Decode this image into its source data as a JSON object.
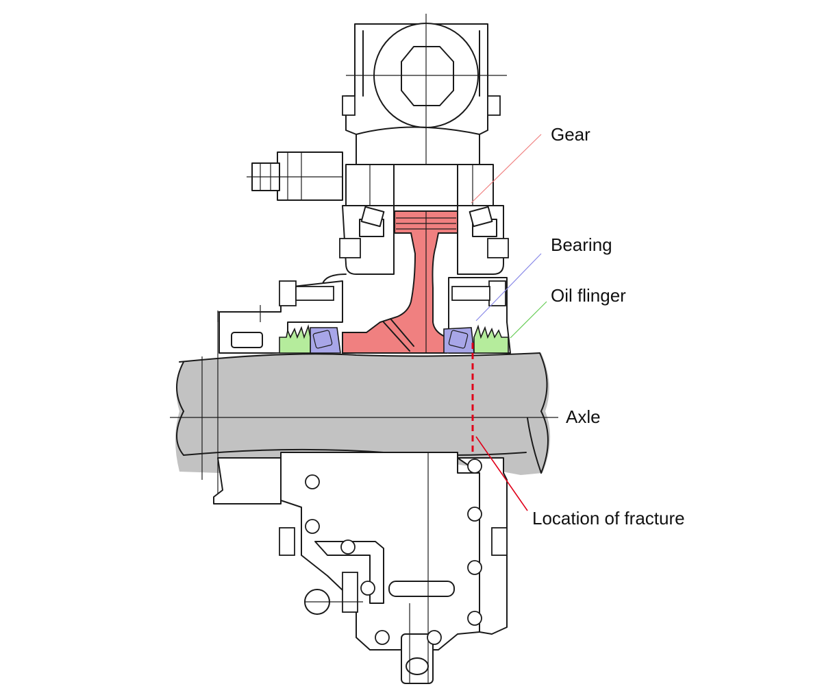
{
  "labels": {
    "gear": "Gear",
    "bearing": "Bearing",
    "oil_flinger": "Oil flinger",
    "axle": "Axle",
    "fracture": "Location of fracture"
  },
  "colors": {
    "gear": "#f08080",
    "bearing": "#a8a6e8",
    "oil_flinger": "#b5ec9c",
    "axle": "#c2c2c2",
    "fracture": "#e0001a",
    "leader_gear": "#f08080",
    "leader_bearing": "#8a8ae8",
    "leader_oil_flinger": "#66cc55",
    "leader_fracture": "#e0001a"
  }
}
